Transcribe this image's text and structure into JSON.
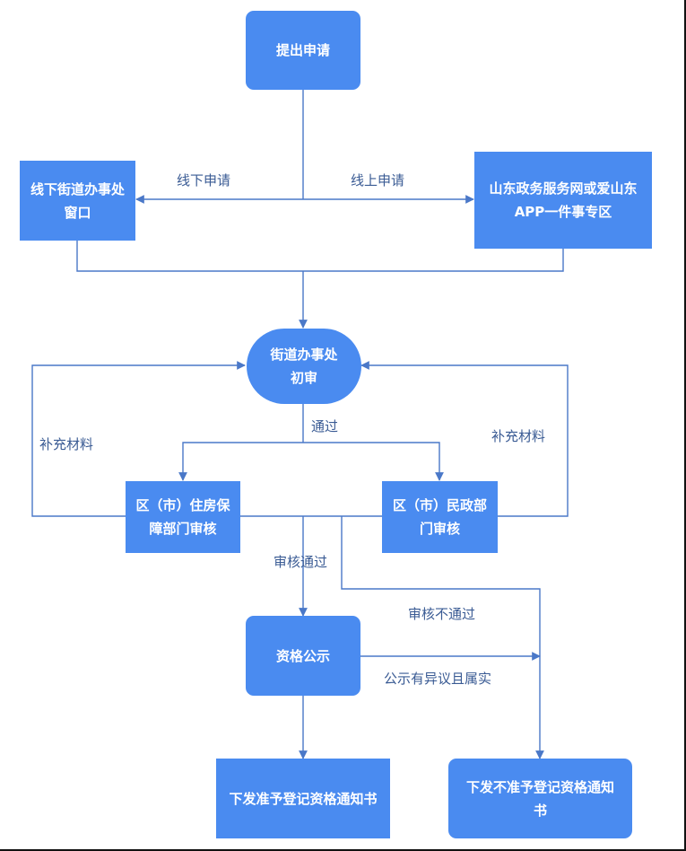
{
  "diagram": {
    "colors": {
      "node_fill": "#4a8bf0",
      "node_text": "#ffffff",
      "line": "#4a78c8",
      "label_text": "#3a5b94"
    },
    "nodes": {
      "submit": {
        "lines": [
          "提出申请"
        ]
      },
      "offline_window": {
        "lines": [
          "线下街道办事处",
          "窗口"
        ]
      },
      "online_portal": {
        "lines": [
          "山东政务服务网或爱山东",
          "APP一件事专区"
        ]
      },
      "street_review": {
        "lines": [
          "街道办事处",
          "初审"
        ]
      },
      "housing_review": {
        "lines": [
          "区（市）住房保",
          "障部门审核"
        ]
      },
      "civil_review": {
        "lines": [
          "区（市）民政部",
          "门审核"
        ]
      },
      "publicity": {
        "lines": [
          "资格公示"
        ]
      },
      "approve_notice": {
        "lines": [
          "下发准予登记资格通知书"
        ]
      },
      "reject_notice": {
        "lines": [
          "下发不准予登记资格通知",
          "书"
        ]
      }
    },
    "edge_labels": {
      "offline": "线下申请",
      "online": "线上申请",
      "pass": "通过",
      "supplement_left": "补充材料",
      "supplement_right": "补充材料",
      "review_pass": "审核通过",
      "review_fail": "审核不通过",
      "objection": "公示有异议且属实"
    }
  }
}
